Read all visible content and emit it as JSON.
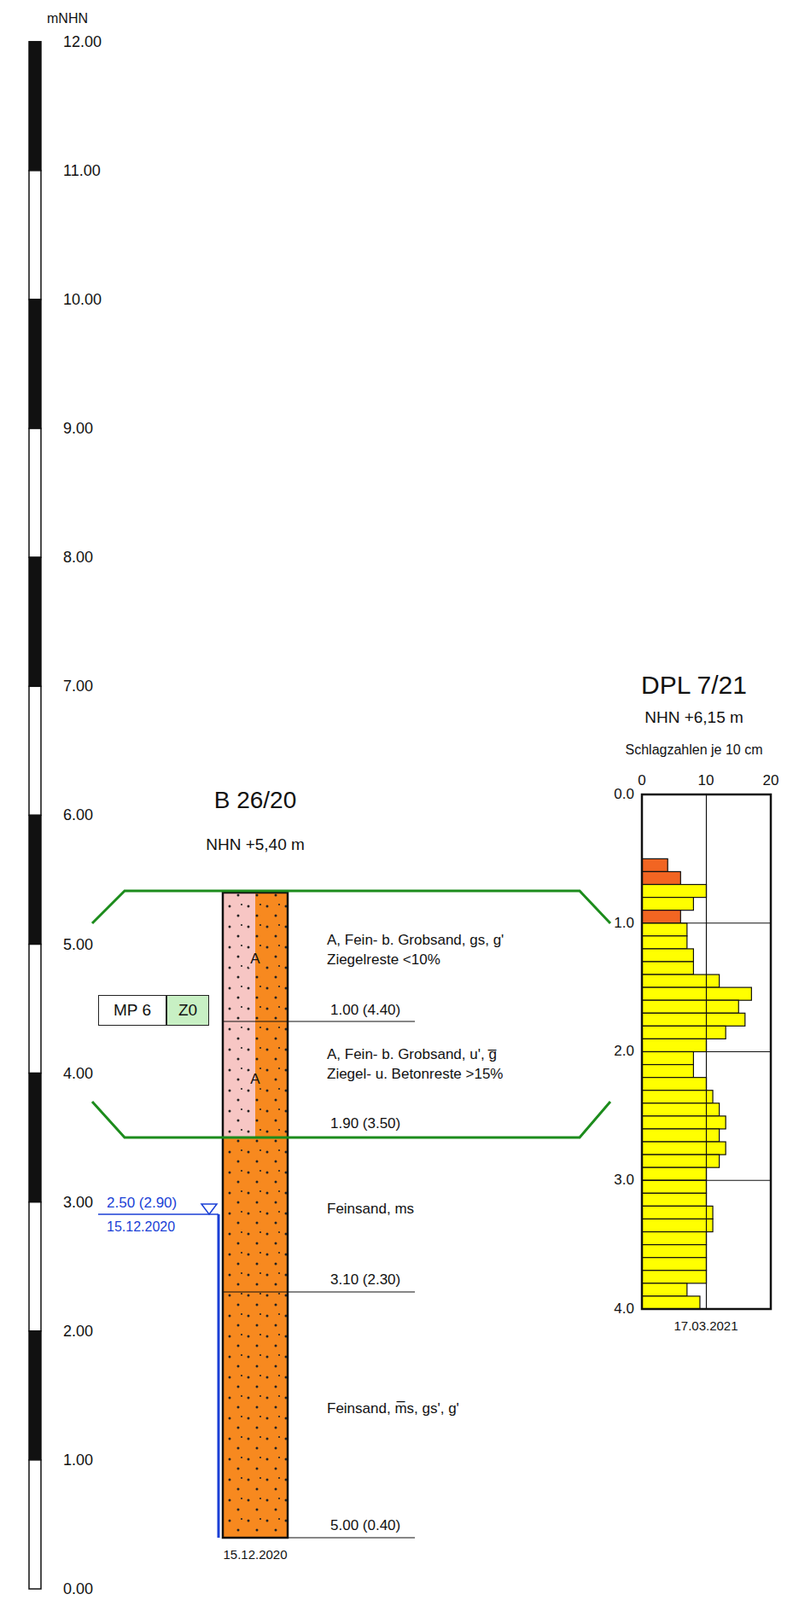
{
  "diagram": {
    "nodes": [
      {
        "text": [
          "MP 6"
        ]
      },
      {
        "text": [
          "Z0"
        ]
      }
    ],
    "labels": [
      "mNHN",
      "12.00",
      "11.00",
      "10.00",
      "9.00",
      "8.00",
      "7.00",
      "6.00",
      "5.00",
      "4.00",
      "3.00",
      "2.00",
      "1.00",
      "0.00",
      "B 26/20",
      "NHN +5,40 m",
      "A",
      "A, Fein- b. Grobsand, gs, g'",
      "Ziegelreste <10%",
      "1.00 (4.40)",
      "A",
      "A, Fein- b. Grobsand, u', g̅",
      "Ziegel- u. Betonreste >15%",
      "1.90 (3.50)",
      "2.50 (2.90)",
      "15.12.2020",
      "Feinsand, ms",
      "3.10 (2.30)",
      "Feinsand, m̅s, gs', g'",
      "5.00 (0.40)",
      "15.12.2020",
      "DPL 7/21",
      "NHN +6,15 m",
      "Schlagzahlen je 10 cm",
      "0",
      "10",
      "20",
      "0.0",
      "1.0",
      "2.0",
      "3.0",
      "4.0",
      "17.03.2021"
    ]
  }
}
